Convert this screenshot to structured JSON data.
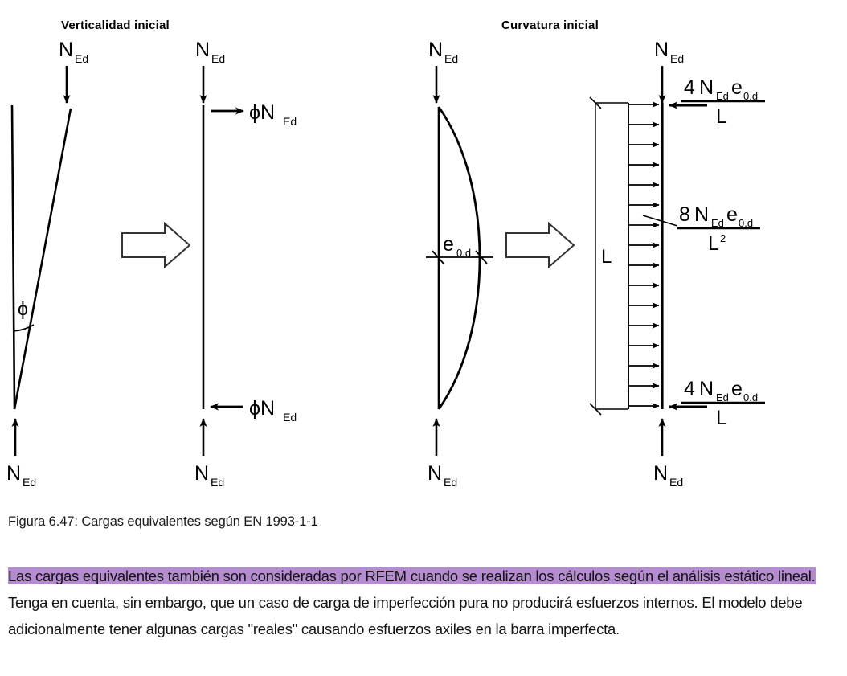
{
  "figure": {
    "panels": [
      {
        "id": "verticalidad",
        "title": "Verticalidad inicial",
        "left_diagram": {
          "top_load_label": "N",
          "top_load_sub": "Ed",
          "bottom_load_label": "N",
          "bottom_load_sub": "Ed",
          "angle_label": "ϕ"
        },
        "right_diagram": {
          "top_load_label": "N",
          "top_load_sub": "Ed",
          "bottom_load_label": "N",
          "bottom_load_sub": "Ed",
          "top_force_label": "ϕN",
          "top_force_sub": "Ed",
          "bottom_force_label": "ϕN",
          "bottom_force_sub": "Ed"
        }
      },
      {
        "id": "curvatura",
        "title": "Curvatura inicial",
        "left_diagram": {
          "top_load_label": "N",
          "top_load_sub": "Ed",
          "bottom_load_label": "N",
          "bottom_load_sub": "Ed",
          "eccentricity_label": "e",
          "eccentricity_sub": "0,d"
        },
        "right_diagram": {
          "top_load_label": "N",
          "top_load_sub": "Ed",
          "bottom_load_label": "N",
          "bottom_load_sub": "Ed",
          "length_label": "L",
          "top_formula": {
            "numerator_coefficient": "4",
            "numerator_n": "N",
            "numerator_n_sub": "Ed",
            "numerator_e": "e",
            "numerator_e_sub": "0,d",
            "denominator": "L"
          },
          "mid_formula": {
            "numerator_coefficient": "8",
            "numerator_n": "N",
            "numerator_n_sub": "Ed",
            "numerator_e": "e",
            "numerator_e_sub": "0,d",
            "denominator": "L",
            "denominator_exp": "2"
          },
          "bottom_formula": {
            "numerator_coefficient": "4",
            "numerator_n": "N",
            "numerator_n_sub": "Ed",
            "numerator_e": "e",
            "numerator_e_sub": "0,d",
            "denominator": "L"
          }
        }
      }
    ]
  },
  "caption": "Figura 6.47: Cargas equivalentes según EN 1993-1-1",
  "paragraph": {
    "highlighted": "Las cargas equivalentes también son consideradas por RFEM cuando se realizan los cálculos según el análisis estático lineal.",
    "rest": " Tenga en cuenta, sin embargo, que un caso de carga de imperfección pura no producirá esfuerzos internos. El modelo debe adicionalmente tener algunas cargas \"reales\" causando esfuerzos axiles en la barra imperfecta."
  },
  "colors": {
    "highlight": "#b48ccf",
    "ink": "#000000",
    "text": "#141414"
  }
}
